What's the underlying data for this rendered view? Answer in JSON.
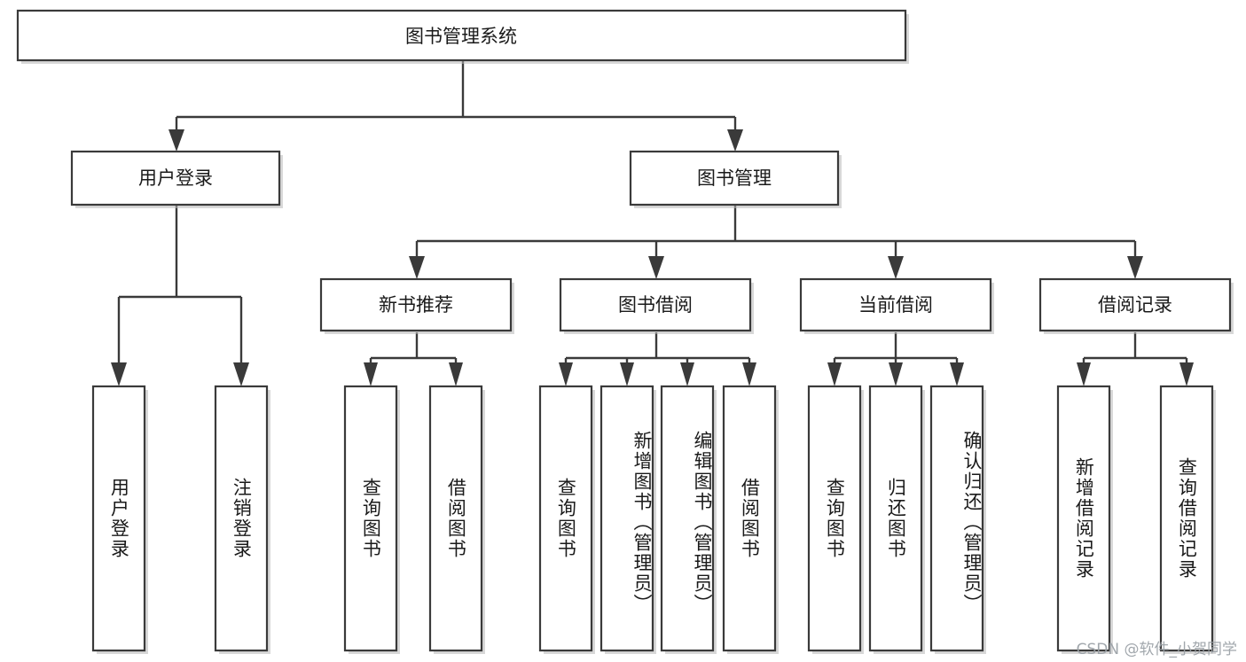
{
  "diagram": {
    "type": "tree",
    "title": "图书管理系统",
    "orientation": "top-down",
    "colors": {
      "box_fill": "#ffffff",
      "box_stroke": "#3a3a3a",
      "text": "#1a1a1a",
      "watermark": "#9aa0a6",
      "background": "#ffffff"
    },
    "root": {
      "label": "图书管理系统"
    },
    "level2": [
      {
        "label": "用户登录"
      },
      {
        "label": "图书管理"
      }
    ],
    "level3": [
      {
        "label": "新书推荐"
      },
      {
        "label": "图书借阅"
      },
      {
        "label": "当前借阅"
      },
      {
        "label": "借阅记录"
      }
    ],
    "leaves": {
      "user_login": [
        {
          "label": "用户登录"
        },
        {
          "label": "注销登录"
        }
      ],
      "new_book": [
        {
          "label": "查询图书"
        },
        {
          "label": "借阅图书"
        }
      ],
      "book_borrow": [
        {
          "label": "查询图书"
        },
        {
          "label": "新增图书（管理员）"
        },
        {
          "label": "编辑图书（管理员）"
        },
        {
          "label": "借阅图书"
        }
      ],
      "current_borrow": [
        {
          "label": "查询图书"
        },
        {
          "label": "归还图书"
        },
        {
          "label": "确认归还（管理员）"
        }
      ],
      "borrow_record": [
        {
          "label": "新增借阅记录"
        },
        {
          "label": "查询借阅记录"
        }
      ]
    }
  },
  "watermark": {
    "text": "CSDN @软件_小贺同学"
  }
}
